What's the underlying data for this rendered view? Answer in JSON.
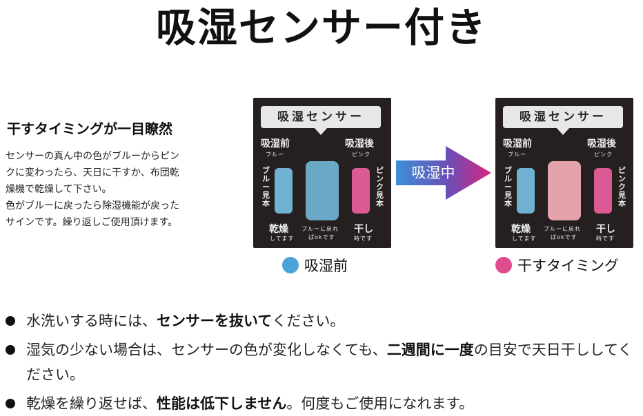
{
  "title": "吸湿センサー付き",
  "sub_heading": "干すタイミングが一目瞭然",
  "description_lines": [
    "センサーの真ん中の色がブルーからピン",
    "クに変わったら、天日に干すか、布団乾",
    "燥機で乾燥して下さい。",
    "色がブルーに戻ったら除湿機能が戻った",
    "サインです。繰り返しご使用頂けます。"
  ],
  "sensor": {
    "header": "吸湿センサー",
    "before_label": "吸湿前",
    "before_sub": "ブルー",
    "after_label": "吸湿後",
    "after_sub": "ピンク",
    "blue_sample": "ブルー見本",
    "pink_sample": "ピンク見本",
    "dry_label": "乾燥",
    "dry_sub": "してます",
    "center_note_1": "ブルーに戻れ",
    "center_note_2": "ばokです",
    "hang_label": "干し",
    "hang_sub": "時です"
  },
  "arrow_label": "吸湿中",
  "legend": {
    "before": "吸湿前",
    "after": "干すタイミング"
  },
  "colors": {
    "blue": "#4aa3d8",
    "pink": "#e04a8e",
    "swatch_blue": "#6fb1d1",
    "swatch_pink": "#dc5a93",
    "center_pink": "#e4a3aa"
  },
  "bullets": [
    {
      "pre": "水洗いする時には、",
      "bold": "センサーを抜いて",
      "post": "ください。"
    },
    {
      "pre": "湿気の少ない場合は、センサーの色が変化しなくても、",
      "bold": "二週間に一度",
      "post": "の目安で天日干ししてください。"
    },
    {
      "pre": "乾燥を繰り返せば、",
      "bold": "性能は低下しません",
      "post": "。何度もご使用になれます。"
    }
  ]
}
